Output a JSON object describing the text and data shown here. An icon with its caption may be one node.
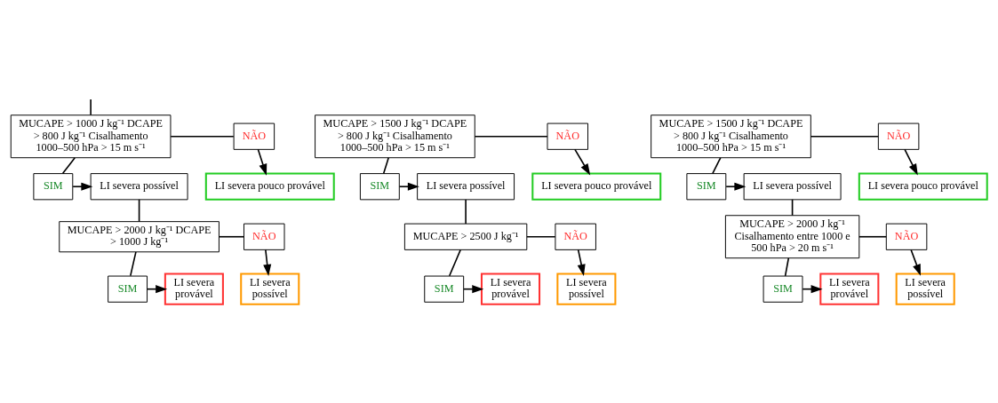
{
  "diagram": {
    "nodes": [
      {
        "text": [
          "MUCAPE > 1000 J kg⁻¹ DCAPE > 800 J kg⁻¹ Cisalhamento 1000–500 hPa > 15 m s⁻¹"
        ]
      },
      {
        "text": [
          "NÃO"
        ]
      },
      {
        "text": [
          "LI severa pouco provável"
        ]
      },
      {
        "text": [
          "SIM"
        ]
      },
      {
        "text": [
          "LI severa possível"
        ]
      },
      {
        "text": [
          "MUCAPE > 2000 J kg⁻¹ DCAPE > 1000 J kg⁻¹"
        ]
      },
      {
        "text": [
          "NÃO"
        ]
      },
      {
        "text": [
          "SIM"
        ]
      },
      {
        "text": [
          "LI severa provável"
        ]
      },
      {
        "text": [
          "LI severa possível"
        ]
      },
      {
        "text": [
          "MUCAPE > 1500 J kg⁻¹ DCAPE > 800 J kg⁻¹ Cisalhamento 1000–500 hPa > 15 m s⁻¹"
        ]
      },
      {
        "text": [
          "NÃO"
        ]
      },
      {
        "text": [
          "LI severa pouco provável"
        ]
      },
      {
        "text": [
          "SIM"
        ]
      },
      {
        "text": [
          "LI severa possível"
        ]
      },
      {
        "text": [
          "MUCAPE > 2500 J kg⁻¹"
        ]
      },
      {
        "text": [
          "NÃO"
        ]
      },
      {
        "text": [
          "SIM"
        ]
      },
      {
        "text": [
          "LI severa provável"
        ]
      },
      {
        "text": [
          "LI severa possível"
        ]
      },
      {
        "text": [
          "MUCAPE > 1500 J kg⁻¹ DCAPE > 800 J kg⁻¹ Cisalhamento 1000–500 hPa > 15 m s⁻¹"
        ]
      },
      {
        "text": [
          "NÃO"
        ]
      },
      {
        "text": [
          "LI severa pouco provável"
        ]
      },
      {
        "text": [
          "SIM"
        ]
      },
      {
        "text": [
          "LI severa possível"
        ]
      },
      {
        "text": [
          "MUCAPE > 2000 J kg⁻¹ Cisalhamento entre 1000 e 500 hPa > 20 m s⁻¹"
        ]
      },
      {
        "text": [
          "NÃO"
        ]
      },
      {
        "text": [
          "SIM"
        ]
      },
      {
        "text": [
          "LI severa provável"
        ]
      },
      {
        "text": [
          "LI severa possível"
        ]
      }
    ],
    "edges": [
      {
        "from": null,
        "to": 0,
        "arrow": "none"
      },
      {
        "from": 0,
        "to": 1,
        "arrow": "none"
      },
      {
        "from": 1,
        "to": 2,
        "arrow": "to"
      },
      {
        "from": 0,
        "to": 3,
        "arrow": "none"
      },
      {
        "from": 3,
        "to": 4,
        "arrow": "to"
      },
      {
        "from": 4,
        "to": 5,
        "arrow": "none"
      },
      {
        "from": 5,
        "to": 6,
        "arrow": "none"
      },
      {
        "from": 6,
        "to": 9,
        "arrow": "to"
      },
      {
        "from": 5,
        "to": 7,
        "arrow": "none"
      },
      {
        "from": 7,
        "to": 8,
        "arrow": "to"
      },
      {
        "from": 10,
        "to": 11,
        "arrow": "none"
      },
      {
        "from": 11,
        "to": 12,
        "arrow": "to"
      },
      {
        "from": 10,
        "to": 13,
        "arrow": "none"
      },
      {
        "from": 13,
        "to": 14,
        "arrow": "to"
      },
      {
        "from": 14,
        "to": 15,
        "arrow": "none"
      },
      {
        "from": 15,
        "to": 16,
        "arrow": "none"
      },
      {
        "from": 16,
        "to": 19,
        "arrow": "to"
      },
      {
        "from": 15,
        "to": 17,
        "arrow": "none"
      },
      {
        "from": 17,
        "to": 18,
        "arrow": "to"
      },
      {
        "from": 20,
        "to": 21,
        "arrow": "none"
      },
      {
        "from": 21,
        "to": 22,
        "arrow": "to"
      },
      {
        "from": 20,
        "to": 23,
        "arrow": "none"
      },
      {
        "from": 23,
        "to": 24,
        "arrow": "to"
      },
      {
        "from": 24,
        "to": 25,
        "arrow": "none"
      },
      {
        "from": 25,
        "to": 26,
        "arrow": "none"
      },
      {
        "from": 26,
        "to": 29,
        "arrow": "to"
      },
      {
        "from": 25,
        "to": 27,
        "arrow": "none"
      },
      {
        "from": 27,
        "to": 28,
        "arrow": "to"
      }
    ]
  }
}
